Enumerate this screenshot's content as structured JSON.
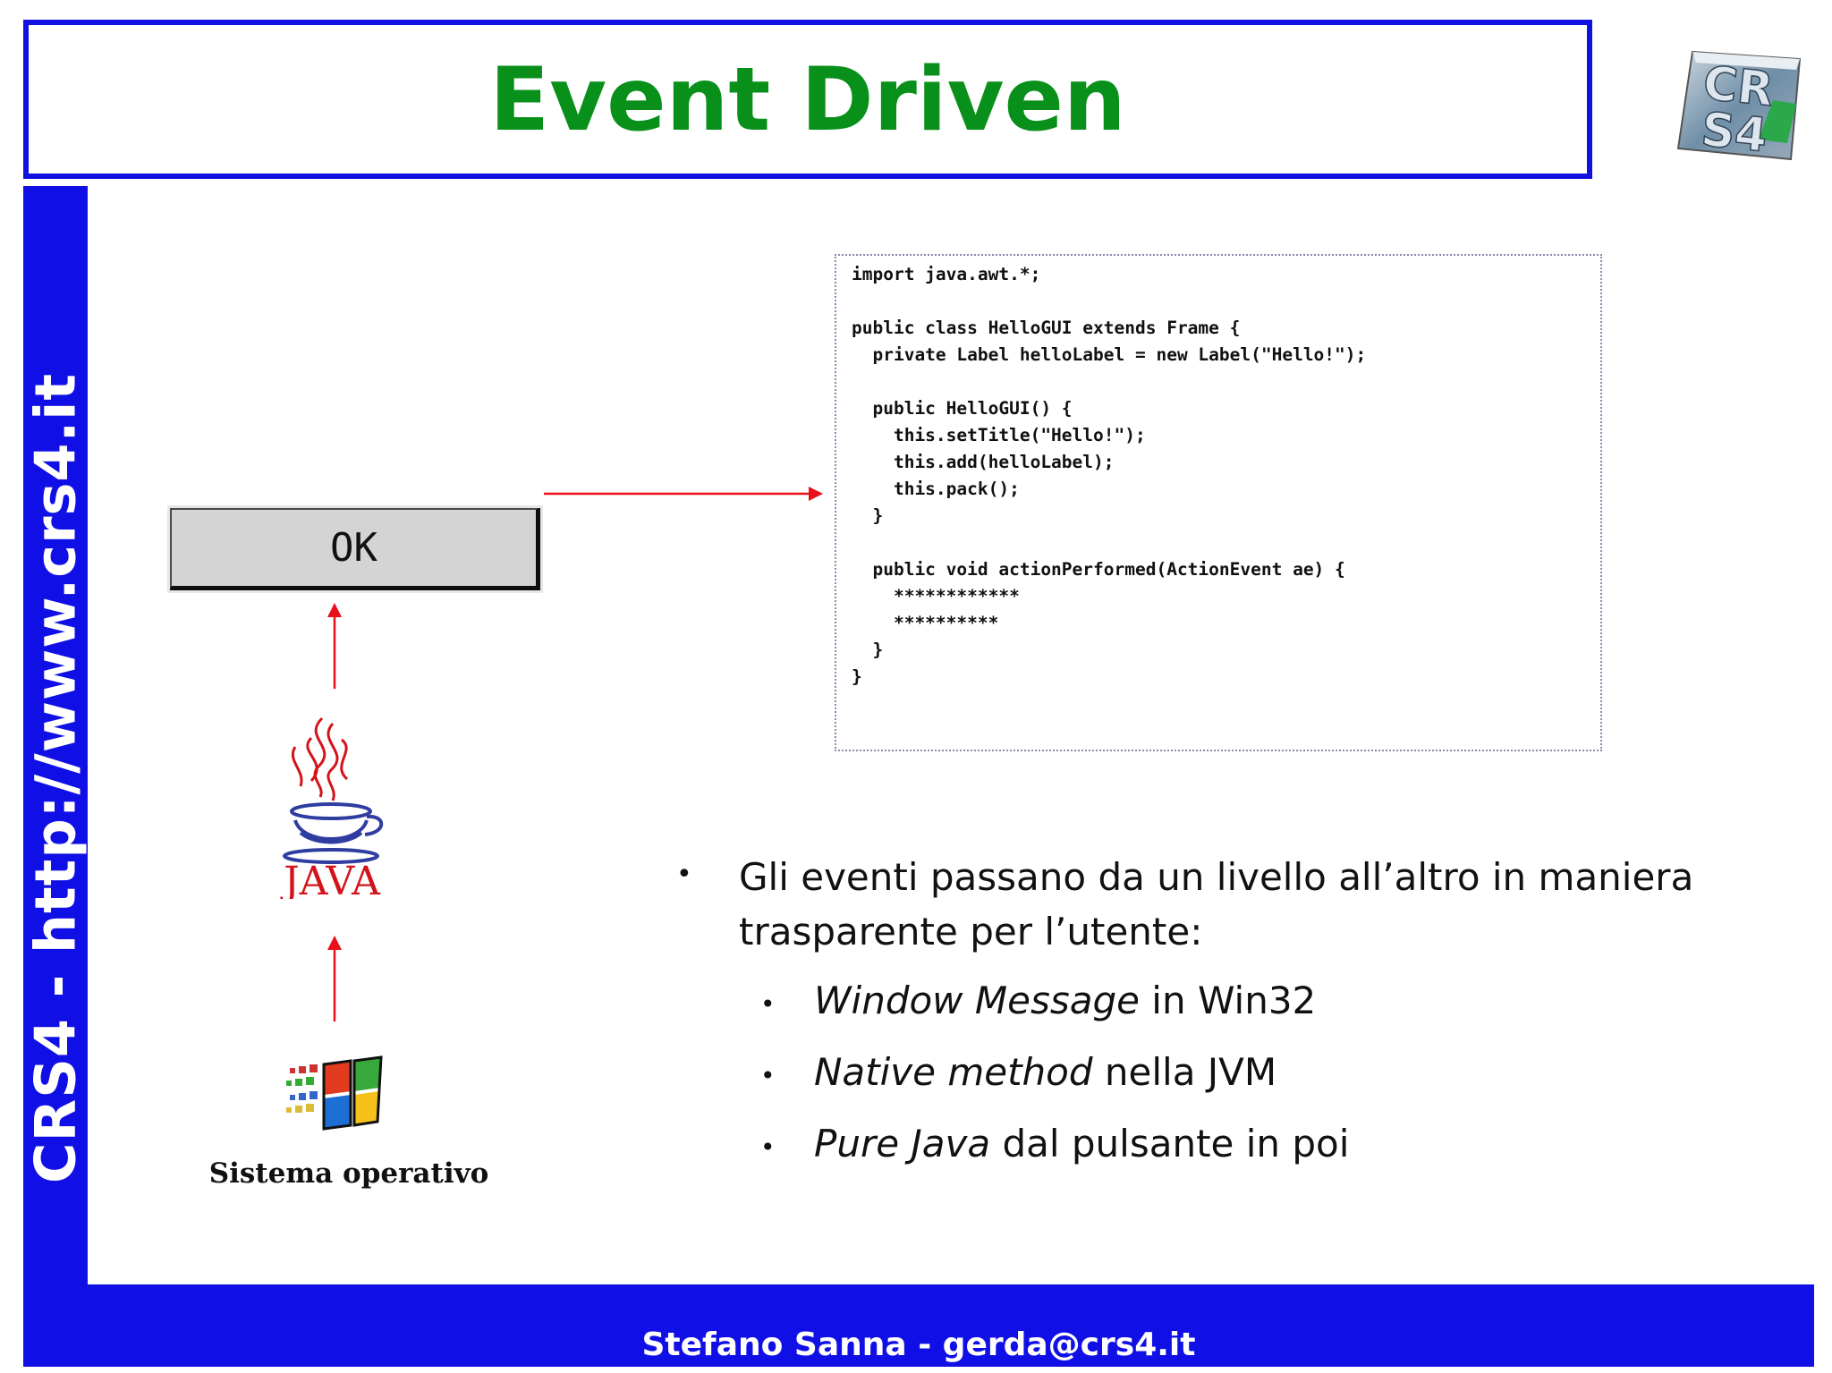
{
  "slide": {
    "title": "Event Driven",
    "sidebar_text": "CRS4 - http://www.crs4.it",
    "footer_text": "Stefano Sanna - gerda@crs4.it",
    "logo_text": "CRS4"
  },
  "diagram": {
    "button_label": "OK",
    "java_logo_text": "JAVA",
    "os_label": "Sistema operativo"
  },
  "code": {
    "lines": [
      "import java.awt.*;",
      "",
      "public class HelloGUI extends Frame {",
      "  private Label helloLabel = new Label(\"Hello!\");",
      "",
      "  public HelloGUI() {",
      "    this.setTitle(\"Hello!\");",
      "    this.add(helloLabel);",
      "    this.pack();",
      "  }",
      "",
      "  public void actionPerformed(ActionEvent ae) {",
      "    ************",
      "    **********",
      "  }",
      "}"
    ]
  },
  "bullets": {
    "main": "Gli eventi passano da un livello all’altro in maniera trasparente per l’utente:",
    "sub": [
      {
        "italic": "Window Message",
        "rest": " in Win32"
      },
      {
        "italic": "Native method",
        "rest": " nella JVM"
      },
      {
        "italic": "Pure Java",
        "rest": " dal pulsante in poi"
      }
    ]
  },
  "colors": {
    "title_green": "#08901a",
    "brand_blue": "#1010e6",
    "arrow_red": "#e8101a"
  }
}
